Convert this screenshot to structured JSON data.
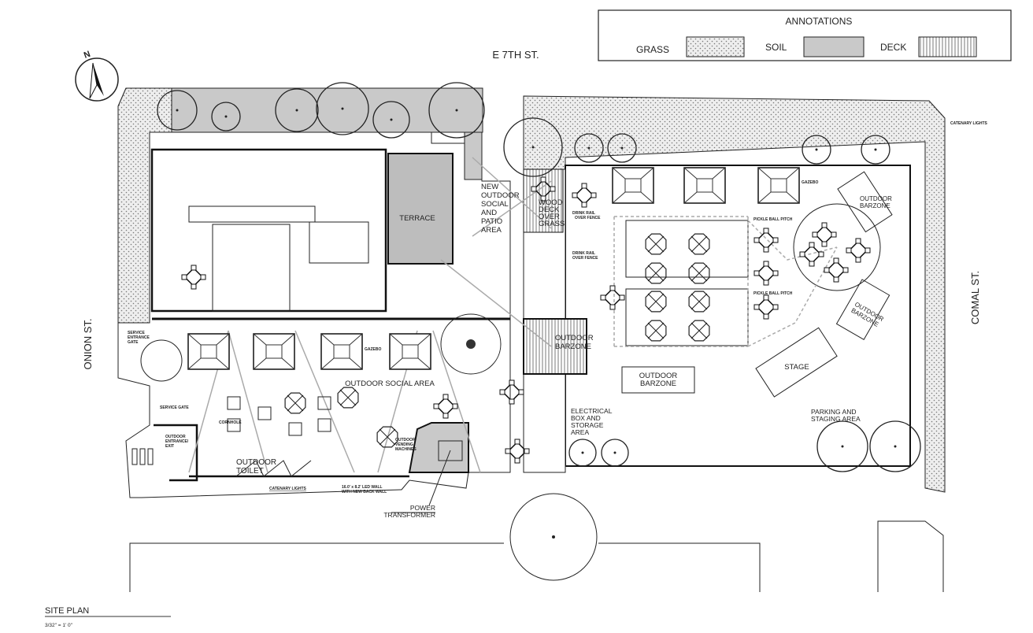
{
  "legend": {
    "title": "ANNOTATIONS",
    "items": [
      {
        "label": "GRASS",
        "pattern": "dots"
      },
      {
        "label": "SOIL",
        "color": "#c9c9c9"
      },
      {
        "label": "DECK",
        "pattern": "vertical-lines"
      }
    ]
  },
  "streets": {
    "north": "E 7TH ST.",
    "west": "ONION ST.",
    "east": "COMAL ST."
  },
  "north_arrow": "N",
  "areas": {
    "terrace": "TERRACE",
    "new_outdoor": [
      "NEW",
      "OUTDOOR",
      "SOCIAL",
      "AND",
      "PATIO",
      "AREA"
    ],
    "wood_deck": [
      "WOOD",
      "DECK",
      "OVER",
      "GRASS"
    ],
    "outdoor_social": "OUTDOOR SOCIAL AREA",
    "outdoor_toilet": [
      "OUTDOOR",
      "TOILET"
    ],
    "barzone_left": [
      "OUTDOOR",
      "BARZONE"
    ],
    "barzone_center": [
      "OUTDOOR",
      "BARZONE"
    ],
    "barzone_top_right": [
      "OUTDOOR",
      "BARZONE"
    ],
    "barzone_mid_right": [
      "OUTDOOR",
      "BARZONE"
    ],
    "stage": "STAGE",
    "electrical": [
      "ELECTRICAL",
      "BOX AND",
      "STORAGE",
      "AREA"
    ],
    "parking": [
      "PARKING AND",
      "STAGING AREA"
    ],
    "power_transformer": [
      "POWER",
      "TRANSFORMER"
    ]
  },
  "notes": {
    "gazebo": "GAZEBO",
    "drink_rail_1": [
      "DRINK RAIL",
      "OVER FENCE"
    ],
    "drink_rail_2": [
      "DRINK RAIL",
      "OVER FENCE"
    ],
    "pickle_ball_1": "PICKLE BALL PITCH",
    "pickle_ball_2": "PICKLE BALL PITCH",
    "catenary_lights_right": "CATENARY LIGHTS",
    "catenary_lights_bottom": "CATENARY LIGHTS",
    "service_entrance_gate": [
      "SERVICE",
      "ENTRANCE",
      "GATE"
    ],
    "service_gate": "SERVICE GATE",
    "outdoor_entrance_exit": [
      "OUTDOOR",
      "ENTRANCE/",
      "EXIT"
    ],
    "cornhole": "CORNHOLE",
    "vending": [
      "OUTDOOR",
      "VENDING",
      "MACHINES"
    ],
    "led_wall": [
      "16.0' x 8.2' LED WALL",
      "WITH NEW BACK WALL"
    ]
  },
  "title_block": {
    "title": "SITE PLAN",
    "scale": "3/32\" = 1' 0\""
  }
}
